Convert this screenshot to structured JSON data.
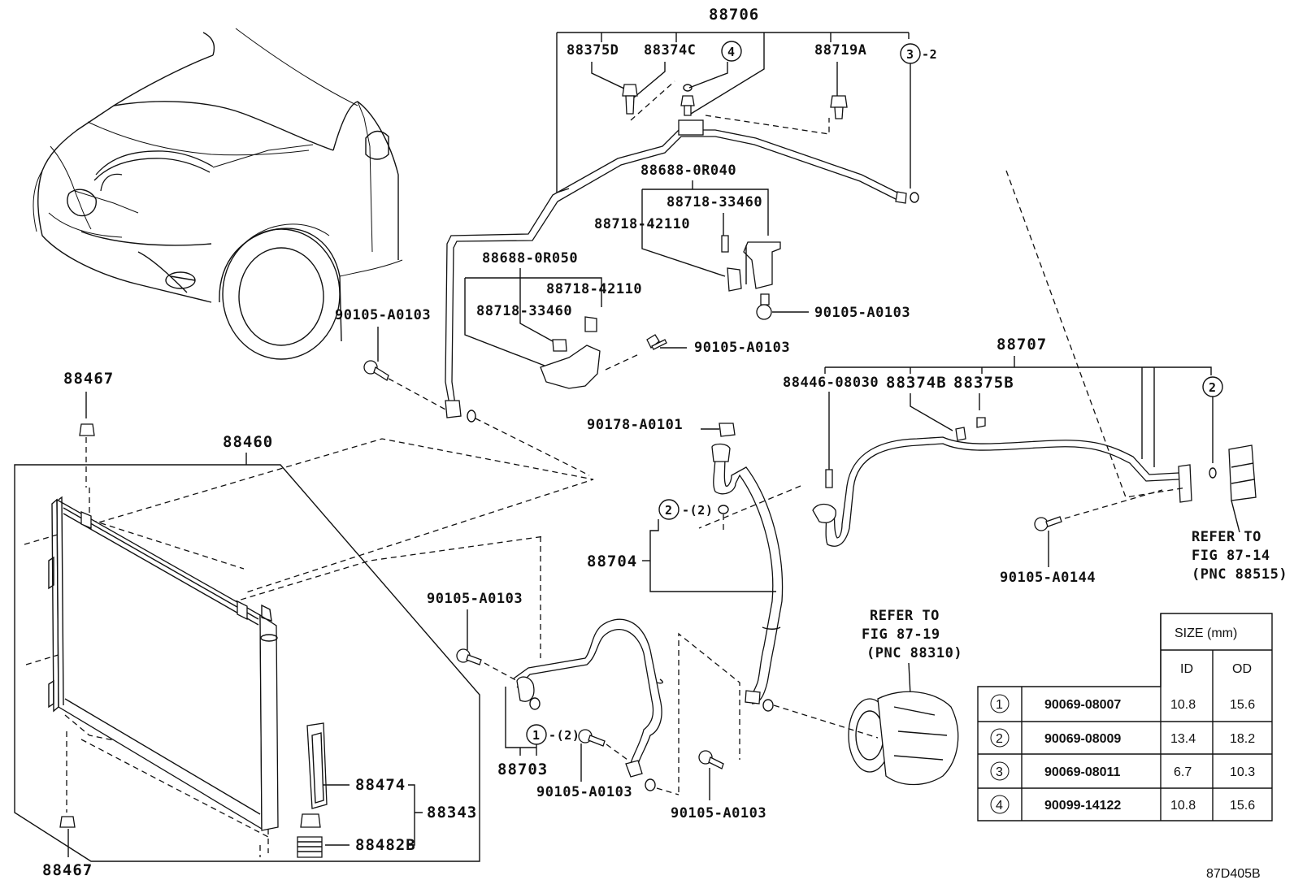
{
  "labels": {
    "p88706": "88706",
    "p88375D": "88375D",
    "p88374C": "88374C",
    "p88719A": "88719A",
    "circle4_top": "4",
    "circle3_top": "3",
    "circle3_suffix": "-2",
    "p88688_0R040": "88688-0R040",
    "p88718_33460_a": "88718-33460",
    "p88718_42110_a": "88718-42110",
    "p90105_A0103_a": "90105-A0103",
    "p88688_0R050": "88688-0R050",
    "p88718_42110_b": "88718-42110",
    "p88718_33460_b": "88718-33460",
    "p90105_A0103_b": "90105-A0103",
    "p90105_A0103_c": "90105-A0103",
    "p88707": "88707",
    "p88446_08030": "88446-08030",
    "p88374B": "88374B",
    "p88375B": "88375B",
    "circle2_right": "2",
    "p90178_A0101": "90178-A0101",
    "p88467_top": "88467",
    "p88460": "88460",
    "circle2_mid": "2",
    "circle2_mid_suffix": "-(2)",
    "p88704": "88704",
    "p90105_A0144": "90105-A0144",
    "refer_87_14_line1": "REFER TO",
    "refer_87_14_line2": "FIG 87-14",
    "refer_87_14_line3": "(PNC 88515)",
    "p90105_A0103_d": "90105-A0103",
    "refer_87_19_line1": "REFER TO",
    "refer_87_19_line2": "FIG 87-19",
    "refer_87_19_line3": "(PNC 88310)",
    "circle1_mid": "1",
    "circle1_suffix": "-(2)",
    "p88703": "88703",
    "p90105_A0103_e": "90105-A0103",
    "p90105_A0103_f": "90105-A0103",
    "p88474": "88474",
    "p88343": "88343",
    "p88482B": "88482B",
    "p88467_bottom": "88467",
    "figure_code": "87D405B"
  },
  "size_table": {
    "header": "SIZE (mm)",
    "col_id": "ID",
    "col_od": "OD",
    "rows": [
      {
        "key": "1",
        "part": "90069-08007",
        "id": "10.8",
        "od": "15.6"
      },
      {
        "key": "2",
        "part": "90069-08009",
        "id": "13.4",
        "od": "18.2"
      },
      {
        "key": "3",
        "part": "90069-08011",
        "id": "6.7",
        "od": "10.3"
      },
      {
        "key": "4",
        "part": "90099-14122",
        "id": "10.8",
        "od": "15.6"
      }
    ]
  }
}
